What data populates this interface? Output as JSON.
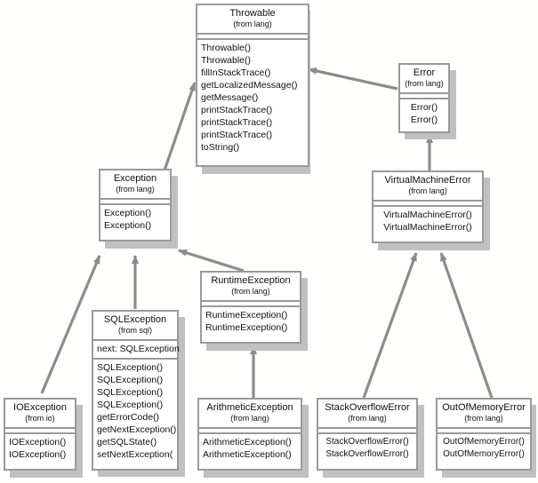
{
  "diagram": {
    "title": "Java Throwable class hierarchy UML diagram",
    "background_color": "#fffffd",
    "box_fill": "#ffffff",
    "box_border": "#9a9a9a",
    "shadow_color": "#c0c0c0",
    "edge_color": "#8c8c8c"
  },
  "classes": {
    "throwable": {
      "name": "Throwable",
      "package": "(from lang)",
      "attributes": [],
      "operations": [
        "Throwable()",
        "Throwable()",
        "fillInStackTrace()",
        "getLocalizedMessage()",
        "getMessage()",
        "printStackTrace()",
        "printStackTrace()",
        "printStackTrace()",
        "toString()"
      ]
    },
    "error": {
      "name": "Error",
      "package": "(from lang)",
      "attributes": [],
      "operations": [
        "Error()",
        "Error()"
      ]
    },
    "exception": {
      "name": "Exception",
      "package": "(from lang)",
      "attributes": [],
      "operations": [
        "Exception()",
        "Exception()"
      ]
    },
    "virtualmachineerror": {
      "name": "VirtualMachineError",
      "package": "(from lang)",
      "attributes": [],
      "operations": [
        "VirtualMachineError()",
        "VirtualMachineError()"
      ]
    },
    "runtimeexception": {
      "name": "RuntimeException",
      "package": "(from lang)",
      "attributes": [],
      "operations": [
        "RuntimeException()",
        "RuntimeException()"
      ]
    },
    "sqlexception": {
      "name": "SQLException",
      "package": "(from sql)",
      "attributes": [
        "next: SQLException"
      ],
      "operations": [
        "SQLException()",
        "SQLException()",
        "SQLException()",
        "SQLException()",
        "getErrorCode()",
        "getNextException()",
        "getSQLState()",
        "setNextException("
      ]
    },
    "ioexception": {
      "name": "IOException",
      "package": "(from io)",
      "attributes": [],
      "operations": [
        "IOException()",
        "IOException()"
      ]
    },
    "arithmeticexception": {
      "name": "ArithmeticException",
      "package": "(from lang)",
      "attributes": [],
      "operations": [
        "ArithmeticException()",
        "ArithmeticException()"
      ]
    },
    "stackoverflowerror": {
      "name": "StackOverflowError",
      "package": "(from lang)",
      "attributes": [],
      "operations": [
        "StackOverflowError()",
        "StackOverflowError()"
      ]
    },
    "outofmemoryerror": {
      "name": "OutOfMemoryError",
      "package": "(from lang)",
      "attributes": [],
      "operations": [
        "OutOfMemoryError()",
        "OutOfMemoryError()"
      ]
    }
  },
  "generalizations": [
    {
      "from": "Exception",
      "to": "Throwable"
    },
    {
      "from": "Error",
      "to": "Throwable"
    },
    {
      "from": "IOException",
      "to": "Exception"
    },
    {
      "from": "SQLException",
      "to": "Exception"
    },
    {
      "from": "RuntimeException",
      "to": "Exception"
    },
    {
      "from": "ArithmeticException",
      "to": "RuntimeException"
    },
    {
      "from": "VirtualMachineError",
      "to": "Error"
    },
    {
      "from": "StackOverflowError",
      "to": "VirtualMachineError"
    },
    {
      "from": "OutOfMemoryError",
      "to": "VirtualMachineError"
    }
  ]
}
